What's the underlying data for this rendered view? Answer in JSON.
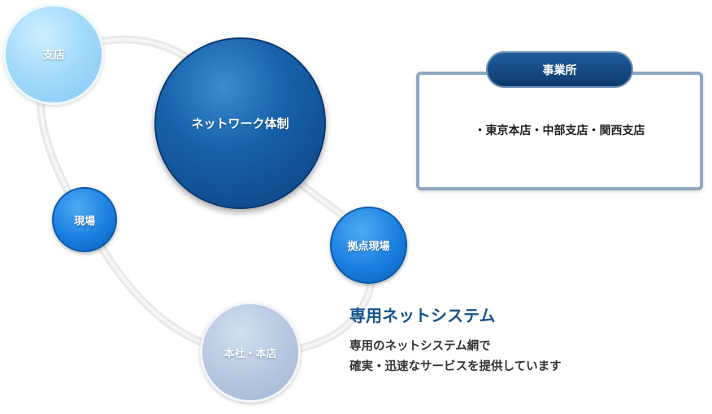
{
  "nodes": {
    "shiten": "支店",
    "network": "ネットワーク体制",
    "genba": "現場",
    "kyoten": "拠点現場",
    "honsha": "本社・本店"
  },
  "offices": {
    "title": "事業所",
    "list": "・東京本店・中部支店・関西支店"
  },
  "caption": {
    "title": "専用ネットシステム",
    "line1": "専用のネットシステム網で",
    "line2": "確実・迅速なサービスを提供しています"
  },
  "colors": {
    "primary_blue": "#1762aa",
    "title_blue": "#16548e",
    "box_border": "#8fa7c2"
  }
}
